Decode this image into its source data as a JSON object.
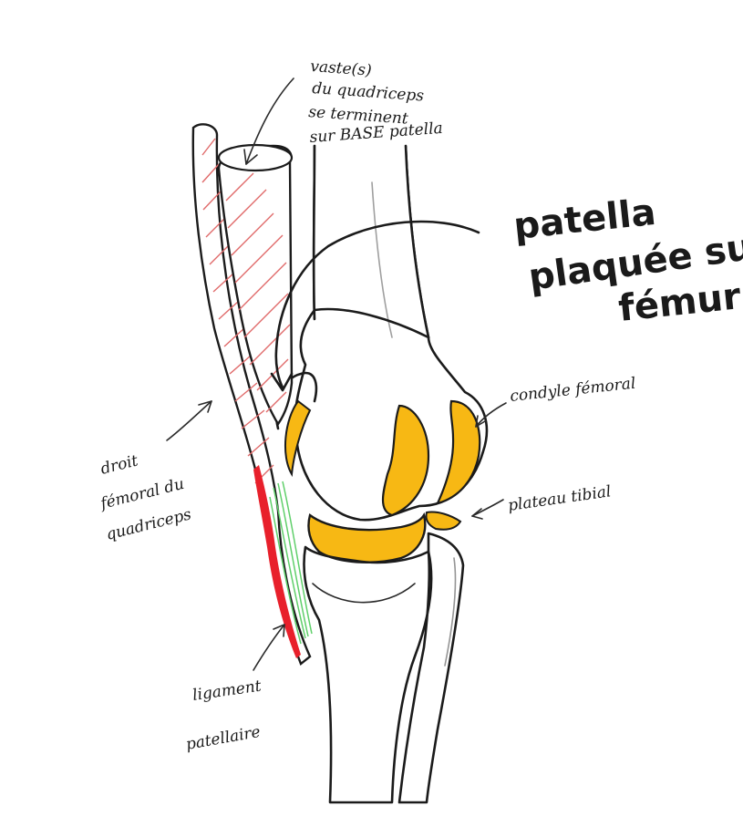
{
  "labels": {
    "vaste": [
      "vaste(s)",
      "du quadriceps",
      "se terminent",
      "sur BASE patella"
    ],
    "patella": [
      "patella",
      "plaquée sur",
      "fémur"
    ],
    "condyle": "condyle fémoral",
    "plateau": "plateau tibial",
    "droit": [
      "droit",
      "fémoral du",
      "quadriceps"
    ],
    "ligament": [
      "ligament",
      "patellaire"
    ]
  },
  "colors": {
    "cartilage": "#f7b814",
    "muscle_hatch": "#e06a6a",
    "muscle_red": "#e8202b",
    "ligament_green": "#5fcf6a",
    "bone_fill": "#ffffff",
    "ink": "#1b1b1b"
  }
}
